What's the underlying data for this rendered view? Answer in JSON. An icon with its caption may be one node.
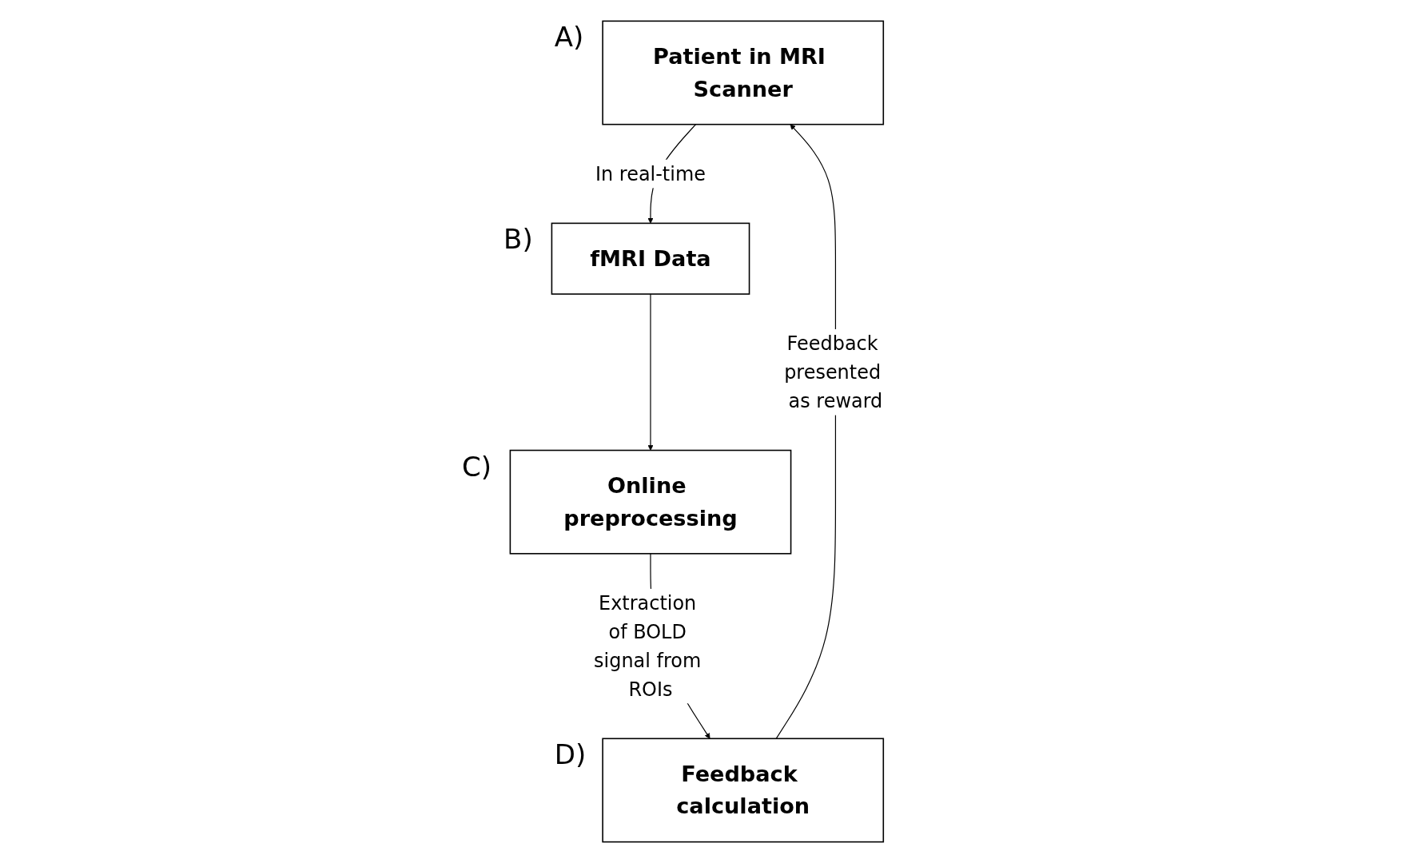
{
  "diagram": {
    "nodes": [
      {
        "text": [
          "Patient in MRI Scanner"
        ],
        "beside": [
          "A)"
        ]
      },
      {
        "text": [
          "fMRI Data"
        ],
        "beside": [
          "B)"
        ]
      },
      {
        "text": [
          "Online preprocessing"
        ],
        "beside": [
          "C)"
        ]
      },
      {
        "text": [
          "Feedback calculation"
        ],
        "beside": [
          "D)"
        ]
      }
    ],
    "edges": [
      {
        "from": 0,
        "to": 1,
        "arrow": "to",
        "label": "In real-time"
      },
      {
        "from": 1,
        "to": 2,
        "arrow": "to"
      },
      {
        "from": 2,
        "to": 3,
        "arrow": "to",
        "label": "Extraction of BOLD signal from ROIs"
      },
      {
        "from": 3,
        "to": 0,
        "arrow": "to",
        "label": "Feedback presented as reward"
      }
    ]
  }
}
